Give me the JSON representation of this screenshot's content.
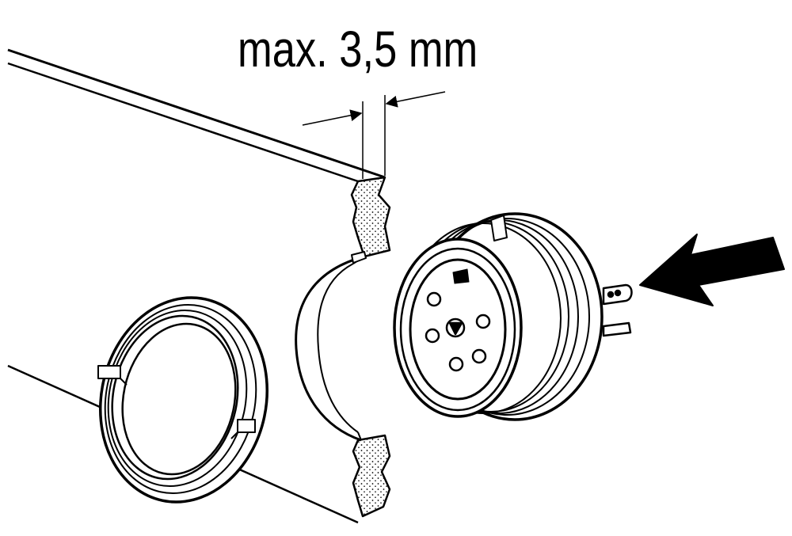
{
  "annotation": {
    "dimension_text": "max. 3,5 mm"
  },
  "illustration": {
    "parts": [
      "panel",
      "lock-nut",
      "panel-cutout",
      "connector-socket",
      "mounting-direction-arrow"
    ],
    "line_color": "#000000",
    "fill_color": "#ffffff",
    "stipple_color": "#000000"
  }
}
